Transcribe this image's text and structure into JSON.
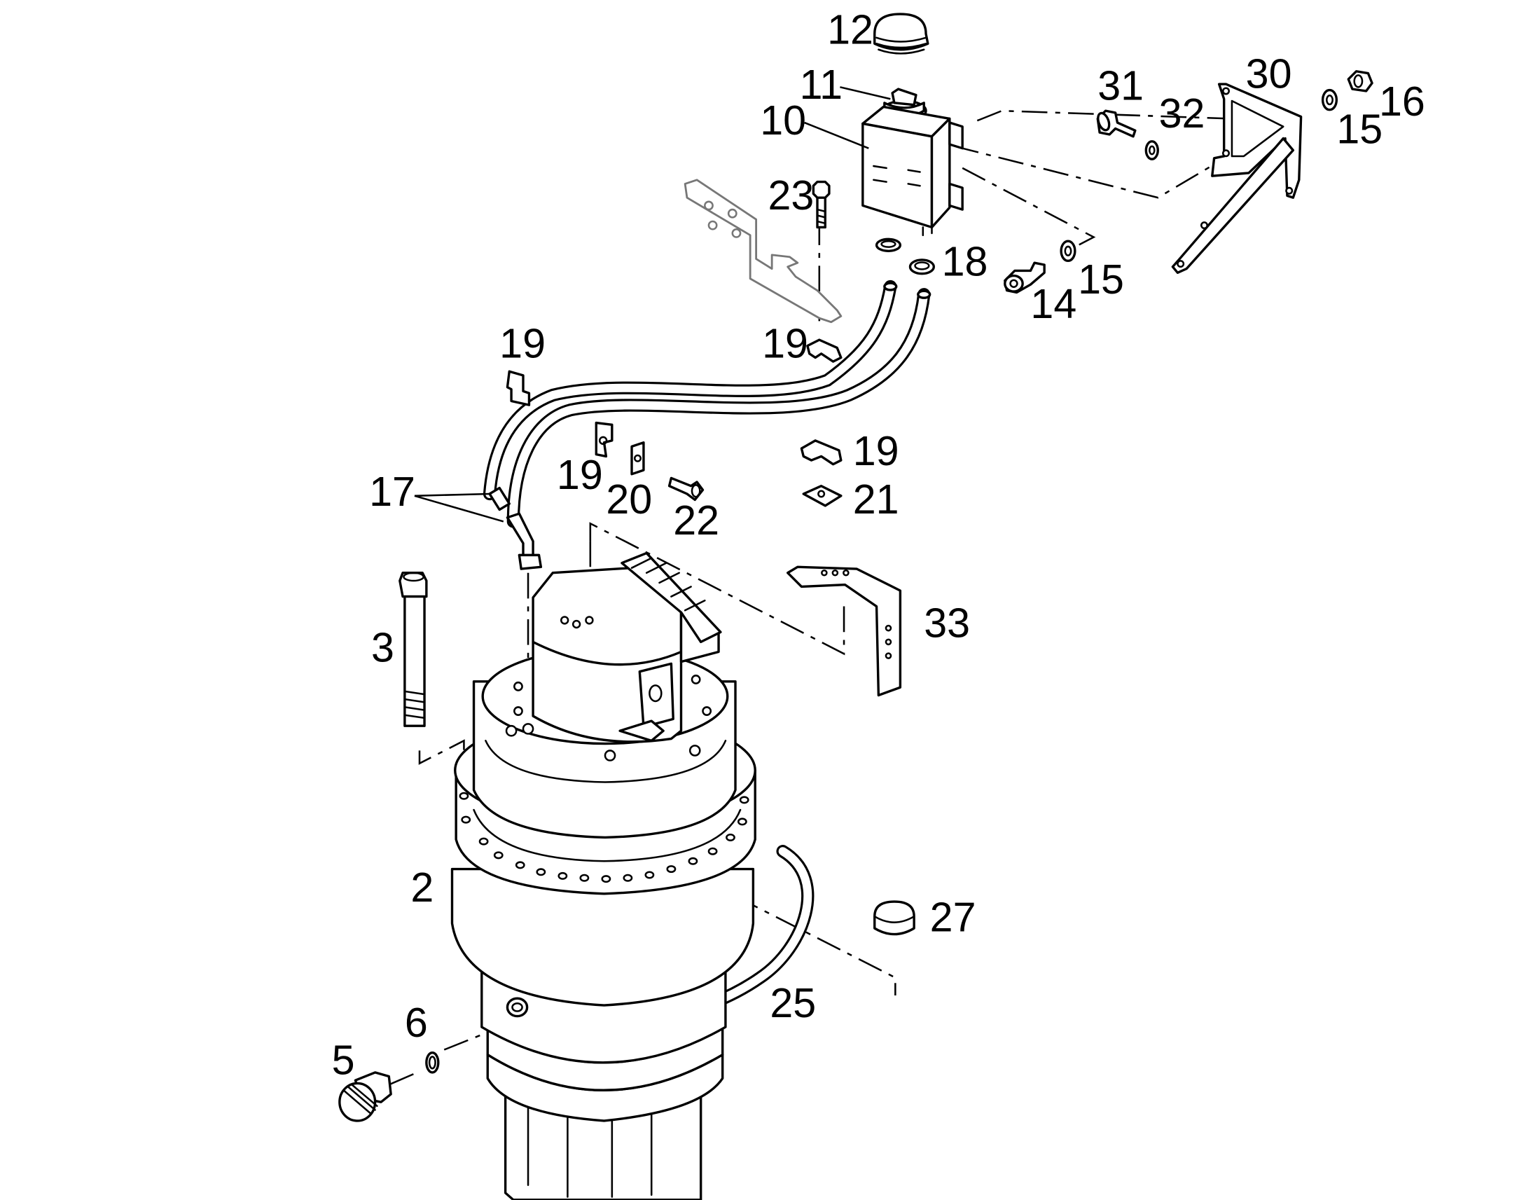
{
  "diagram": {
    "labels": [
      {
        "id": "12",
        "text": "12"
      },
      {
        "id": "11",
        "text": "11"
      },
      {
        "id": "10",
        "text": "10"
      },
      {
        "id": "31",
        "text": "31"
      },
      {
        "id": "30",
        "text": "30"
      },
      {
        "id": "32",
        "text": "32"
      },
      {
        "id": "16",
        "text": "16"
      },
      {
        "id": "15a",
        "text": "15"
      },
      {
        "id": "23",
        "text": "23"
      },
      {
        "id": "18",
        "text": "18"
      },
      {
        "id": "15b",
        "text": "15"
      },
      {
        "id": "14",
        "text": "14"
      },
      {
        "id": "19a",
        "text": "19"
      },
      {
        "id": "19b",
        "text": "19"
      },
      {
        "id": "19c",
        "text": "19"
      },
      {
        "id": "19d",
        "text": "19"
      },
      {
        "id": "17",
        "text": "17"
      },
      {
        "id": "20",
        "text": "20"
      },
      {
        "id": "22",
        "text": "22"
      },
      {
        "id": "21",
        "text": "21"
      },
      {
        "id": "33",
        "text": "33"
      },
      {
        "id": "3",
        "text": "3"
      },
      {
        "id": "2",
        "text": "2"
      },
      {
        "id": "27",
        "text": "27"
      },
      {
        "id": "25",
        "text": "25"
      },
      {
        "id": "6",
        "text": "6"
      },
      {
        "id": "5",
        "text": "5"
      }
    ]
  }
}
